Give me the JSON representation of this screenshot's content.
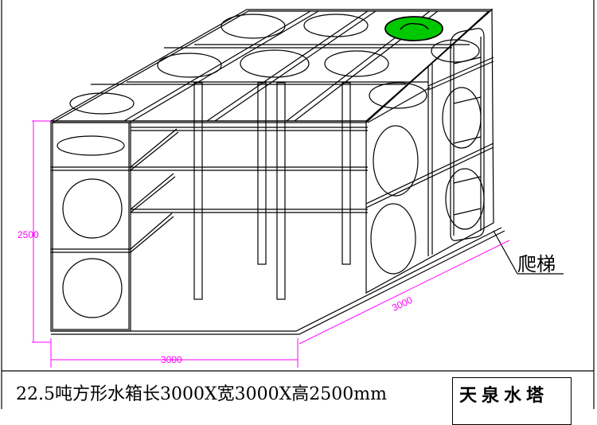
{
  "labels": {
    "ladder": "爬梯",
    "height_dim": "2500",
    "length_dim": "3000",
    "width_dim": "3000"
  },
  "caption": "22.5吨方形水箱长3000X宽3000X高2500mm",
  "brand": "天泉水塔",
  "colors": {
    "line": "#000000",
    "dimension": "#ff00ff",
    "manhole": "#00c800"
  }
}
